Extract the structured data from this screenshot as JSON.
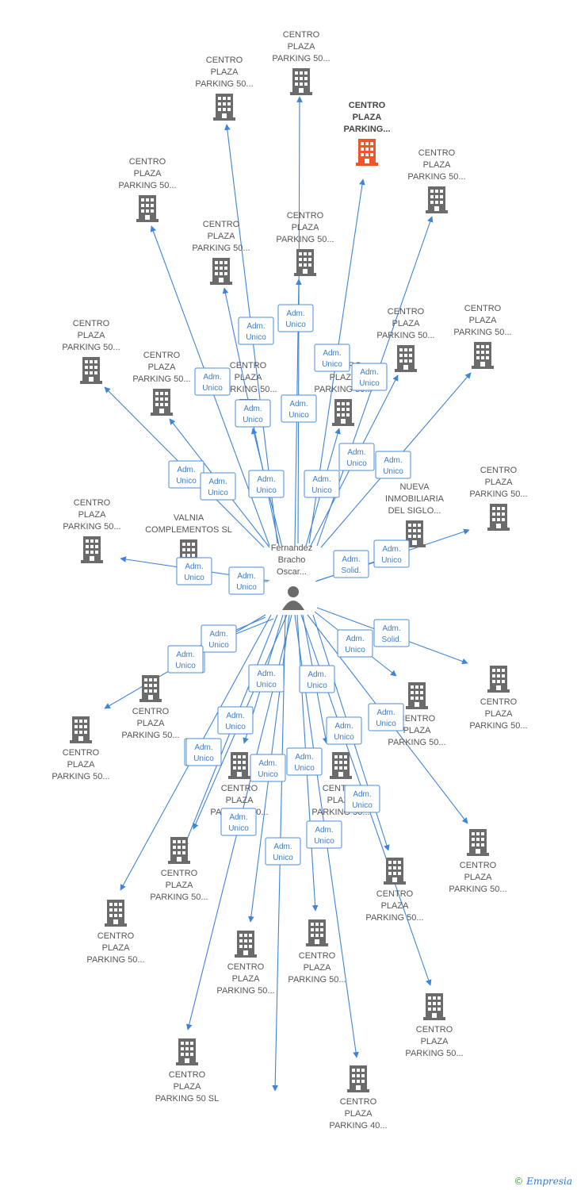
{
  "center": {
    "label_lines": [
      "Fernandez",
      "Bracho",
      "Oscar..."
    ]
  },
  "nodes": [
    {
      "id": "n1",
      "label": [
        "CENTRO",
        "PLAZA",
        "PARKING 50..."
      ],
      "highlight": false
    },
    {
      "id": "n2",
      "label": [
        "CENTRO",
        "PLAZA",
        "PARKING 50..."
      ],
      "highlight": false
    },
    {
      "id": "n3",
      "label": [
        "CENTRO",
        "PLAZA",
        "PARKING..."
      ],
      "highlight": true
    },
    {
      "id": "n4",
      "label": [
        "CENTRO",
        "PLAZA",
        "PARKING 50..."
      ],
      "highlight": false
    },
    {
      "id": "n5",
      "label": [
        "CENTRO",
        "PLAZA",
        "PARKING 50..."
      ],
      "highlight": false
    },
    {
      "id": "n6",
      "label": [
        "CENTRO",
        "PLAZA",
        "PARKING 50..."
      ],
      "highlight": false
    },
    {
      "id": "n7",
      "label": [
        "CENTRO",
        "PLAZA",
        "PARKING 50..."
      ],
      "highlight": false
    },
    {
      "id": "n8",
      "label": [
        "CENTRO",
        "PLAZA",
        "PARKING 50..."
      ],
      "highlight": false
    },
    {
      "id": "n9",
      "label": [
        "CENTRO",
        "PLAZA",
        "PARKING 50..."
      ],
      "highlight": false
    },
    {
      "id": "n10",
      "label": [
        "CENTRO",
        "PLAZA",
        "PARKING 50..."
      ],
      "highlight": false
    },
    {
      "id": "n11",
      "label": [
        "CENTRO",
        "PLAZA",
        "PARKING 50..."
      ],
      "highlight": false
    },
    {
      "id": "n12",
      "label": [
        "CENTRO",
        "PLAZA",
        "PARKING 50..."
      ],
      "highlight": false
    },
    {
      "id": "n13",
      "label": [
        "CENTRO",
        "PLAZA",
        "PARKING 50..."
      ],
      "highlight": false
    },
    {
      "id": "n14",
      "label": [
        "CENTRO",
        "PLAZA",
        "PARKING 50..."
      ],
      "highlight": false
    },
    {
      "id": "n15",
      "label": [
        "CENTRO",
        "PLAZA",
        "PARKING 50..."
      ],
      "highlight": false
    },
    {
      "id": "n16",
      "label": [
        "VALNIA",
        "COMPLEMENTOS SL"
      ],
      "highlight": false
    },
    {
      "id": "n17",
      "label": [
        "NUEVA",
        "INMOBILIARIA",
        "DEL SIGLO..."
      ],
      "highlight": false
    },
    {
      "id": "n18",
      "label": [
        "CENTRO",
        "PLAZA",
        "PARKING 50..."
      ],
      "highlight": false
    },
    {
      "id": "n19",
      "label": [
        "CENTRO",
        "PLAZA",
        "PARKING 50..."
      ],
      "highlight": false
    },
    {
      "id": "n20",
      "label": [
        "CENTRO",
        "PLAZA",
        "PARKING 50..."
      ],
      "highlight": false
    },
    {
      "id": "n21",
      "label": [
        "CENTRO",
        "PLAZA",
        "PARKING 50..."
      ],
      "highlight": false
    },
    {
      "id": "n22",
      "label": [
        "CENTRO",
        "PLAZA",
        "PARKING 50..."
      ],
      "highlight": false
    },
    {
      "id": "n23",
      "label": [
        "CENTRO",
        "PLAZA",
        "PARKING 50..."
      ],
      "highlight": false
    },
    {
      "id": "n24",
      "label": [
        "CENTRO",
        "PLAZA",
        "PARKING 50..."
      ],
      "highlight": false
    },
    {
      "id": "n25",
      "label": [
        "CENTRO",
        "PLAZA",
        "PARKING 50..."
      ],
      "highlight": false
    },
    {
      "id": "n26",
      "label": [
        "CENTRO",
        "PLAZA",
        "PARKING 50..."
      ],
      "highlight": false
    },
    {
      "id": "n27",
      "label": [
        "CENTRO",
        "PLAZA",
        "PARKING 50..."
      ],
      "highlight": false
    },
    {
      "id": "n28",
      "label": [
        "CENTRO",
        "PLAZA",
        "PARKING 50..."
      ],
      "highlight": false
    },
    {
      "id": "n29",
      "label": [
        "CENTRO",
        "PLAZA",
        "PARKING 50..."
      ],
      "highlight": false
    },
    {
      "id": "n30",
      "label": [
        "CENTRO",
        "PLAZA",
        "PARKING 50 SL"
      ],
      "highlight": false
    },
    {
      "id": "n31",
      "label": [
        "CENTRO",
        "PLAZA",
        "PARKING 50..."
      ],
      "highlight": false
    },
    {
      "id": "n32",
      "label": [
        "CENTRO",
        "PLAZA",
        "PARKING 40..."
      ],
      "highlight": false
    }
  ],
  "edges": [
    {
      "target": "n1",
      "label": [
        "Adm.",
        "Unico"
      ]
    },
    {
      "target": "n2",
      "label": [
        "Adm.",
        "Unico"
      ]
    },
    {
      "target": "n3",
      "label": [
        "Adm.",
        "Unico"
      ]
    },
    {
      "target": "n4",
      "label": [
        "Adm.",
        "Unico"
      ]
    },
    {
      "target": "n5",
      "label": [
        "Adm.",
        "Unico"
      ]
    },
    {
      "target": "n6",
      "label": [
        "Adm.",
        "Unico"
      ]
    },
    {
      "target": "n7",
      "label": [
        "Adm.",
        "Unico"
      ]
    },
    {
      "target": "n8",
      "label": [
        "Adm.",
        "Unico"
      ]
    },
    {
      "target": "n9",
      "label": [
        "Adm.",
        "Unico"
      ]
    },
    {
      "target": "n10",
      "label": [
        "Adm.",
        "Unico"
      ]
    },
    {
      "target": "n11",
      "label": [
        "Adm.",
        "Unico"
      ]
    },
    {
      "target": "n12",
      "label": [
        "Adm.",
        "Unico"
      ]
    },
    {
      "target": "n13",
      "label": [
        "Adm.",
        "Unico"
      ]
    },
    {
      "target": "n14",
      "label": [
        "Adm.",
        "Unico"
      ]
    },
    {
      "target": "n15",
      "label": [
        "Adm.",
        "Unico"
      ]
    },
    {
      "target": "n16",
      "label": [
        "Adm.",
        "Unico"
      ]
    },
    {
      "target": "n16",
      "label": [
        "Adm.",
        "Solid."
      ]
    },
    {
      "target": "n17",
      "label": [
        "Adm.",
        "Solid."
      ]
    },
    {
      "target": "n17",
      "label": [
        "Adm.",
        "Unico"
      ]
    },
    {
      "target": "n18",
      "label": [
        "Adm.",
        "Unico"
      ]
    },
    {
      "target": "n19",
      "label": [
        "Adm.",
        "Unico"
      ]
    },
    {
      "target": "n20",
      "label": [
        "Adm.",
        "Unico"
      ]
    },
    {
      "target": "n21",
      "label": [
        "Adm.",
        "Unico"
      ]
    },
    {
      "target": "n22",
      "label": [
        "Adm.",
        "Unico"
      ]
    },
    {
      "target": "n23",
      "label": [
        "Adm.",
        "Unico"
      ]
    },
    {
      "target": "n24",
      "label": [
        "Adm.",
        "Unico"
      ]
    },
    {
      "target": "n25",
      "label": [
        "Adm.",
        "Unico"
      ]
    },
    {
      "target": "n26",
      "label": [
        "Adm.",
        "Unico"
      ]
    },
    {
      "target": "n27",
      "label": [
        "Adm.",
        "Unico"
      ]
    },
    {
      "target": "n28",
      "label": [
        "Adm.",
        "Unico"
      ]
    },
    {
      "target": "n29",
      "label": [
        "Adm.",
        "Unico"
      ]
    },
    {
      "target": "n30",
      "label": [
        "Adm.",
        "Unico"
      ]
    },
    {
      "target": "n31",
      "label": [
        "Adm.",
        "Unico"
      ]
    },
    {
      "target": "n32",
      "label": [
        "Adm.",
        "Unico"
      ]
    },
    {
      "target": "n19",
      "label": [
        "Adm.",
        "Unico"
      ]
    }
  ],
  "colors": {
    "edge": "#3f84d6",
    "building": "#6b6b6b",
    "building_highlight": "#f0552a",
    "person": "#6b6b6b"
  },
  "footer": {
    "copyright": "©",
    "brand": "Empresia"
  }
}
